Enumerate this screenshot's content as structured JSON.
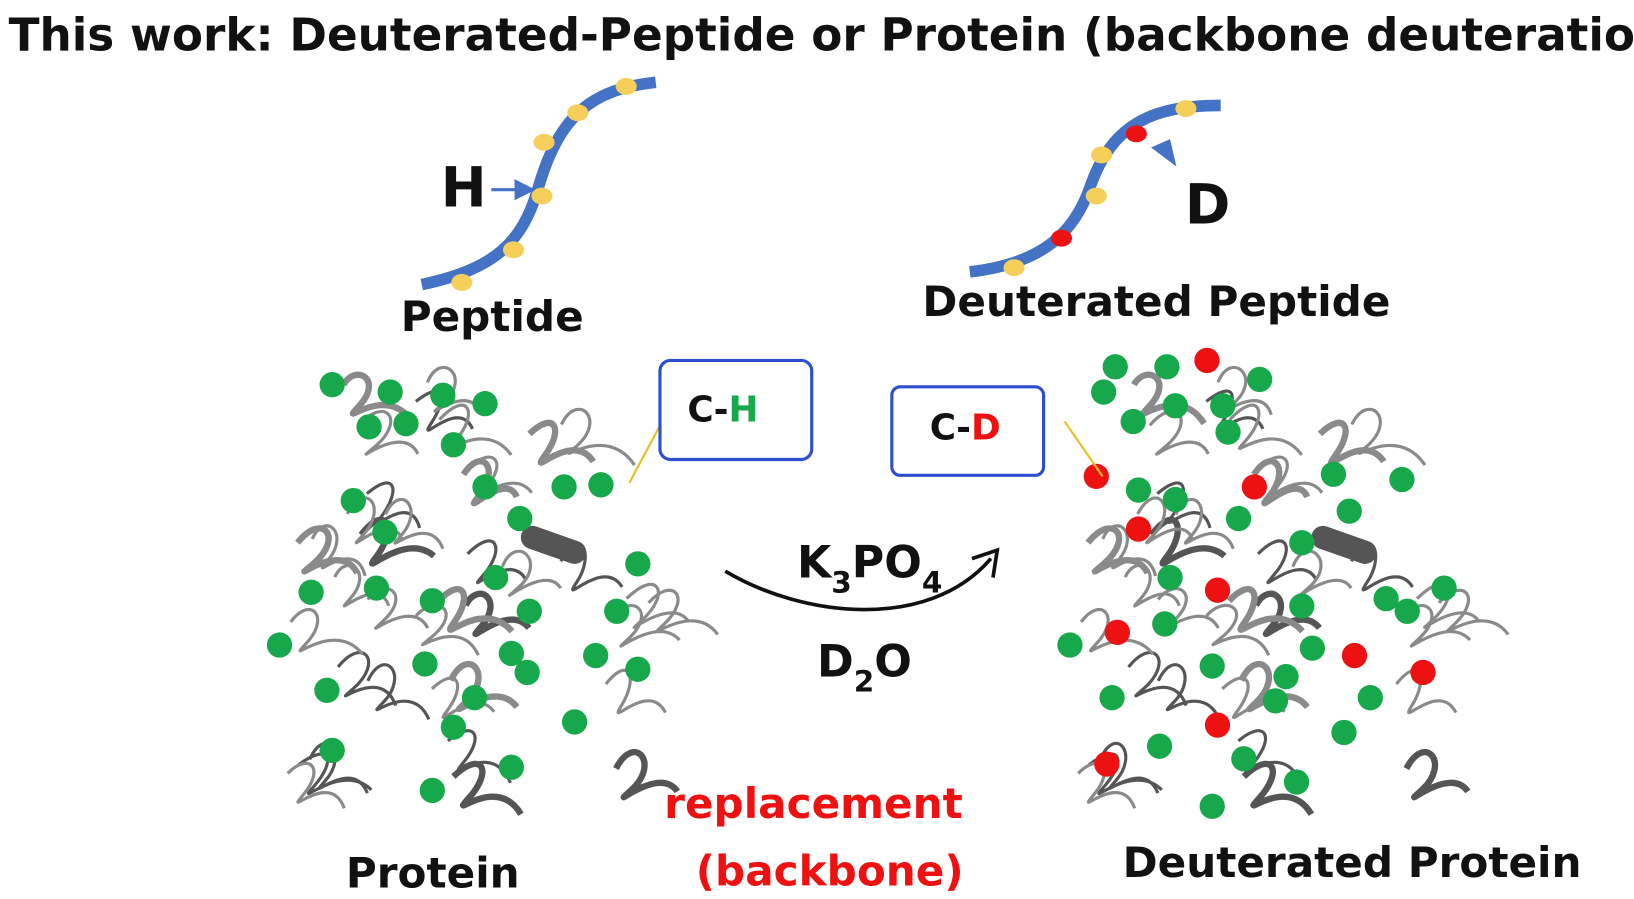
{
  "title": "This work: Deuterated-Peptide or Protein (backbone deuteration)",
  "peptide": {
    "atom_label": "H",
    "label": "Peptide"
  },
  "deuterated_peptide": {
    "atom_label": "D",
    "label": "Deuterated Peptide"
  },
  "protein": {
    "label": "Protein",
    "bond_box": {
      "atom": "C",
      "dash": "-",
      "isotope": "H"
    }
  },
  "deuterated_protein": {
    "label": "Deuterated Protein",
    "bond_box": {
      "atom": "C",
      "dash": "-",
      "isotope": "D"
    }
  },
  "reaction": {
    "reagent_base": "K",
    "reagent_sub1": "3",
    "reagent_mid": "PO",
    "reagent_sub2": "4",
    "solvent_base": "D",
    "solvent_sub": "2",
    "solvent_end": "O"
  },
  "replacement": {
    "line1": "replacement",
    "line2": "(backbone)"
  },
  "colors": {
    "hydrogen": "#16a84a",
    "deuterium": "#ee1111",
    "strand": "#4472c4",
    "box": "#2f4fd0",
    "peptide_dot": "#f5cf5a"
  }
}
